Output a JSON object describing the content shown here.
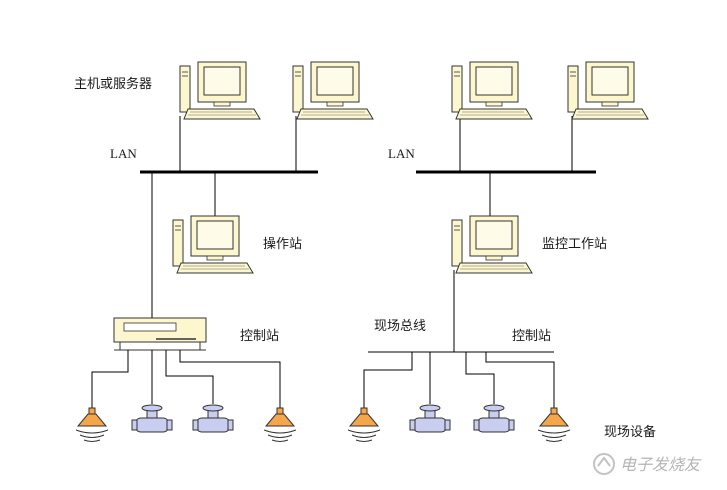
{
  "labels": {
    "host_server": "主机或服务器",
    "lan_left": "LAN",
    "lan_right": "LAN",
    "operator_station": "操作站",
    "monitor_station": "监控工作站",
    "control_station_left": "控制站",
    "fieldbus": "现场总线",
    "control_station_right": "控制站",
    "field_devices": "现场设备"
  },
  "watermark": {
    "text": "电子发烧友"
  },
  "colors": {
    "computer_fill": "#fdf7cf",
    "screen_fill": "#fefce8",
    "line": "#000000",
    "valve_body": "#c9cdef",
    "sensor_fill": "#f6a64a",
    "controller_fill": "#fdf7cf"
  }
}
